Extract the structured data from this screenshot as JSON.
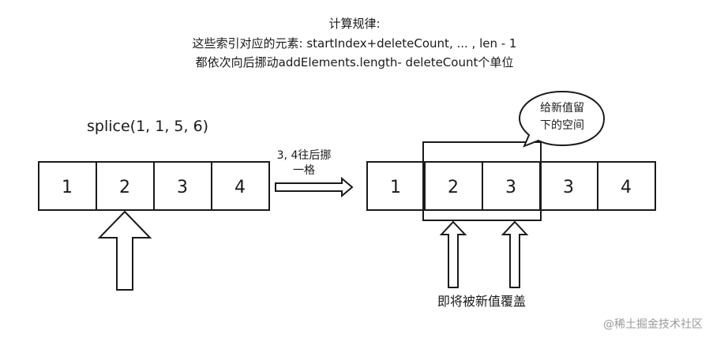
{
  "header": {
    "line1": "计算规律:",
    "line2": "这些索引对应的元素: startIndex+deleteCount, ... , len - 1",
    "line3": "都依次向后挪动addElements.length- deleteCount个单位"
  },
  "call_label": "splice(1, 1, 5, 6)",
  "left_array": [
    "1",
    "2",
    "3",
    "4"
  ],
  "right_array": [
    "1",
    "2",
    "3",
    "3",
    "4"
  ],
  "shift_label": {
    "line1": "3, 4往后挪",
    "line2": "一格"
  },
  "bubble": {
    "line1": "给新值留",
    "line2": "下的空间"
  },
  "overwrite_label": "即将被新值覆盖",
  "watermark": "@稀土掘金技术社区"
}
